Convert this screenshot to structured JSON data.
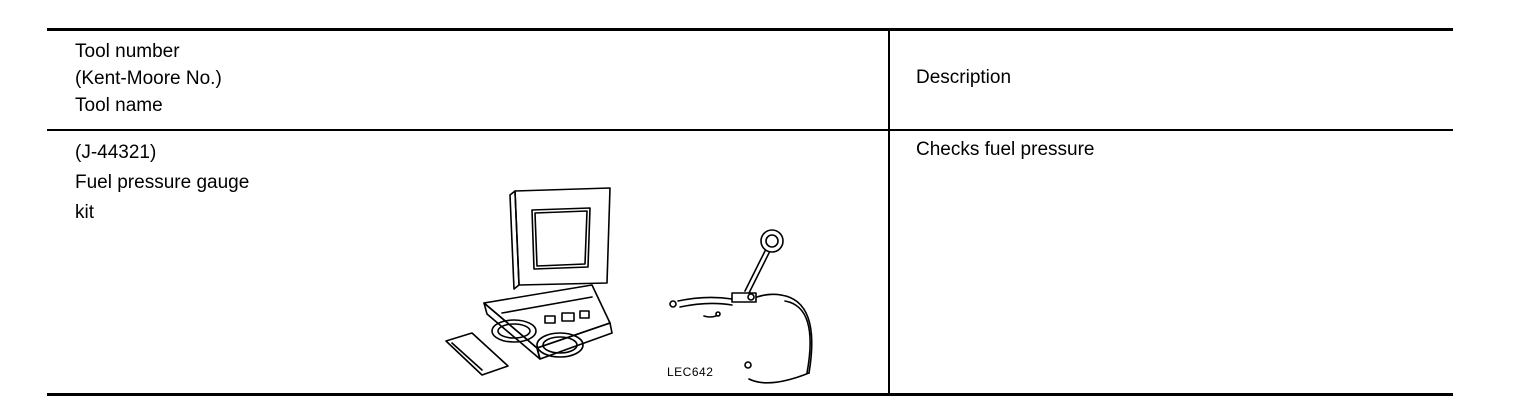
{
  "table": {
    "header": {
      "tool_lines": [
        "Tool number",
        "(Kent-Moore No.)",
        "Tool name"
      ],
      "description": "Description"
    },
    "row": {
      "tool_lines": [
        "(J-44321)",
        "Fuel pressure gauge",
        "kit"
      ],
      "description": "Checks fuel pressure",
      "illustration_code": "LEC642",
      "illustration_icon": "fuel-pressure-gauge-kit-illustration"
    }
  }
}
